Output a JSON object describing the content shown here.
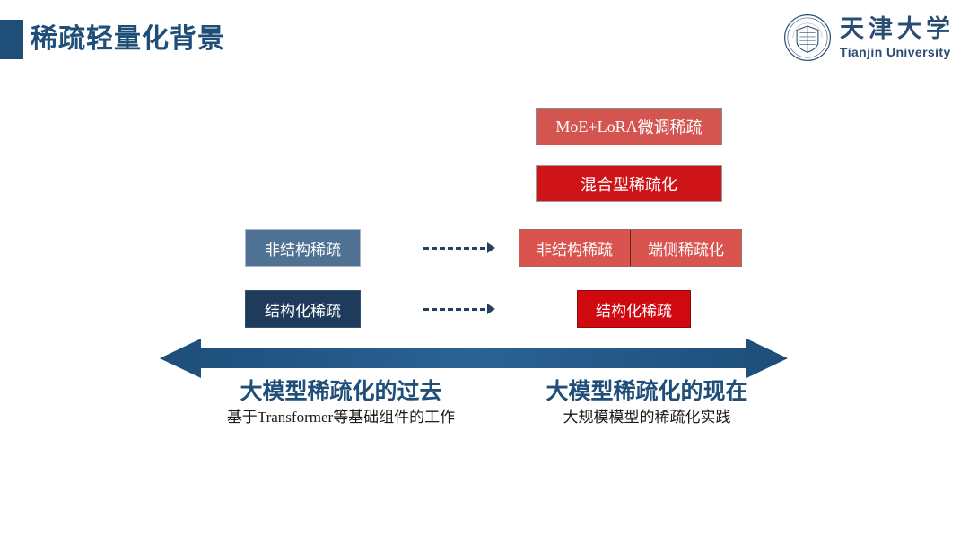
{
  "slide": {
    "title": "稀疏轻量化背景",
    "background_color": "#ffffff",
    "accent_color": "#1f4e79"
  },
  "logo": {
    "name_cn": "天津大学",
    "name_en": "Tianjin University",
    "seal_text": "TIANJIN UNIVERSITY",
    "color": "#2a4c73"
  },
  "diagram": {
    "boxes": [
      {
        "id": "moe-lora",
        "label": "MoE+LoRA微调稀疏",
        "label_latin": "MoE+LoRA",
        "label_cjk": "微调稀疏",
        "color": "#d4554f",
        "group": "present"
      },
      {
        "id": "hybrid",
        "label": "混合型稀疏化",
        "color": "#cf1417",
        "group": "present"
      },
      {
        "id": "unstructured-past",
        "label": "非结构稀疏",
        "color": "#4f7193",
        "group": "past"
      },
      {
        "id": "structured-past",
        "label": "结构化稀疏",
        "color": "#1f3b5c",
        "group": "past"
      },
      {
        "id": "unstructured-present",
        "label": "非结构稀疏",
        "color": "#d9534f",
        "group": "present"
      },
      {
        "id": "edge-present",
        "label": "端侧稀疏化",
        "color": "#d9534f",
        "group": "present"
      },
      {
        "id": "structured-present",
        "label": "结构化稀疏",
        "color": "#d00911",
        "group": "present"
      }
    ],
    "connectors": [
      {
        "id": "arrow-unstructured",
        "style": "dash-dot",
        "color": "#24425f"
      },
      {
        "id": "arrow-structured",
        "style": "dash-dot",
        "color": "#24425f"
      }
    ],
    "timeline_arrow": {
      "direction": "double",
      "color_start": "#1f4e79",
      "color_end": "#2e6da4"
    },
    "eras": [
      {
        "id": "past",
        "title": "大模型稀疏化的过去",
        "subtitle": "基于Transformer等基础组件的工作",
        "subtitle_prefix": "基于",
        "subtitle_latin": "Transformer",
        "subtitle_suffix": "等基础组件的工作"
      },
      {
        "id": "now",
        "title": "大模型稀疏化的现在",
        "subtitle": "大规模模型的稀疏化实践"
      }
    ]
  }
}
